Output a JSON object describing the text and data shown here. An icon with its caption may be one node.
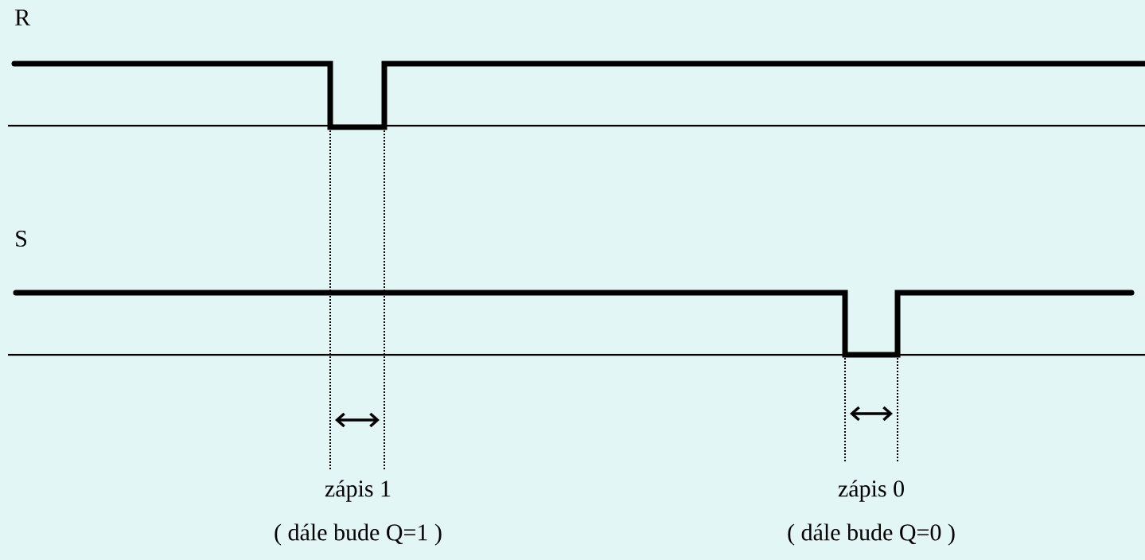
{
  "diagram": {
    "labels": [
      "R",
      "S",
      "zápis 1",
      "( dále bude Q=1 )",
      "zápis 0",
      "( dále bude Q=0 )"
    ]
  }
}
